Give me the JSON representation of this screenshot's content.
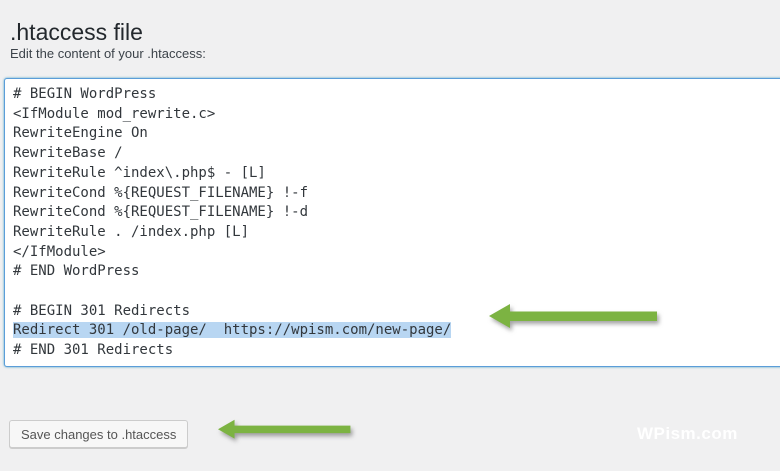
{
  "page": {
    "title": ".htaccess file",
    "editor_label": "Edit the content of your .htaccess:"
  },
  "editor": {
    "before_selection": "# BEGIN WordPress\n<IfModule mod_rewrite.c>\nRewriteEngine On\nRewriteBase /\nRewriteRule ^index\\.php$ - [L]\nRewriteCond %{REQUEST_FILENAME} !-f\nRewriteCond %{REQUEST_FILENAME} !-d\nRewriteRule . /index.php [L]\n</IfModule>\n# END WordPress\n\n# BEGIN 301 Redirects\n",
    "selected_text": "Redirect 301 /old-page/  https://wpism.com/new-page/",
    "after_selection": "\n# END 301 Redirects",
    "selection_color": "#b8d6f2",
    "focus_border_color": "#5b9dd9"
  },
  "toolbar": {
    "save_label": "Save changes to .htaccess"
  },
  "annotations": {
    "arrow_color": "#7cb342"
  },
  "watermark": "WPism.com"
}
